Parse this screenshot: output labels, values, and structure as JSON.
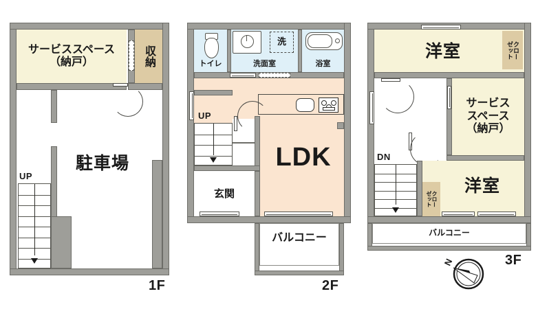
{
  "meta": {
    "doc_type": "japanese-floor-plan",
    "floors": [
      "1F",
      "2F",
      "3F"
    ]
  },
  "floor1": {
    "tag": "1F",
    "rooms": [
      {
        "id": "service-space",
        "label": "サービススペース\n（納戸）",
        "line1": "サービススペース",
        "line2": "（納戸）"
      },
      {
        "id": "closet",
        "label": "収納"
      },
      {
        "id": "parking",
        "label": "駐車場"
      }
    ],
    "stairs": {
      "direction_label": "UP"
    }
  },
  "floor2": {
    "tag": "2F",
    "rooms": [
      {
        "id": "toilet",
        "label": "トイレ"
      },
      {
        "id": "washroom",
        "label": "洗面室"
      },
      {
        "id": "washer",
        "label": "洗"
      },
      {
        "id": "bath",
        "label": "浴室"
      },
      {
        "id": "ldk",
        "label": "LDK"
      },
      {
        "id": "entrance",
        "label": "玄関"
      },
      {
        "id": "balcony",
        "label": "バルコニー"
      }
    ],
    "stairs": {
      "direction_label": "UP"
    }
  },
  "floor3": {
    "tag": "3F",
    "rooms": [
      {
        "id": "western-room-north",
        "label": "洋室"
      },
      {
        "id": "closet-north",
        "label": "クローゼット",
        "char1": "ク",
        "char2": "ロ",
        "char3": "ー",
        "char4": "ゼ",
        "char5": "ッ",
        "char6": "ト",
        "col_right": "クロー",
        "col_left": "ゼット"
      },
      {
        "id": "service-space",
        "line1": "サービス",
        "line2": "スペース",
        "line3": "（納戸）"
      },
      {
        "id": "western-room-south",
        "label": "洋室"
      },
      {
        "id": "closet-south",
        "col_right": "クロー",
        "col_left": "ゼット"
      },
      {
        "id": "balcony",
        "label": "バルコニー"
      }
    ],
    "stairs": {
      "direction_label": "DN"
    }
  },
  "compass": {
    "north_label": "N"
  },
  "colors": {
    "wall": "#9e9e99",
    "wall_stroke": "#6d6d68",
    "room_cream": "#f7f3d8",
    "room_tan": "#ddcba4",
    "room_peach": "#fbe5d0",
    "room_blue": "#dff0f8",
    "ink": "#1a1a1a"
  }
}
